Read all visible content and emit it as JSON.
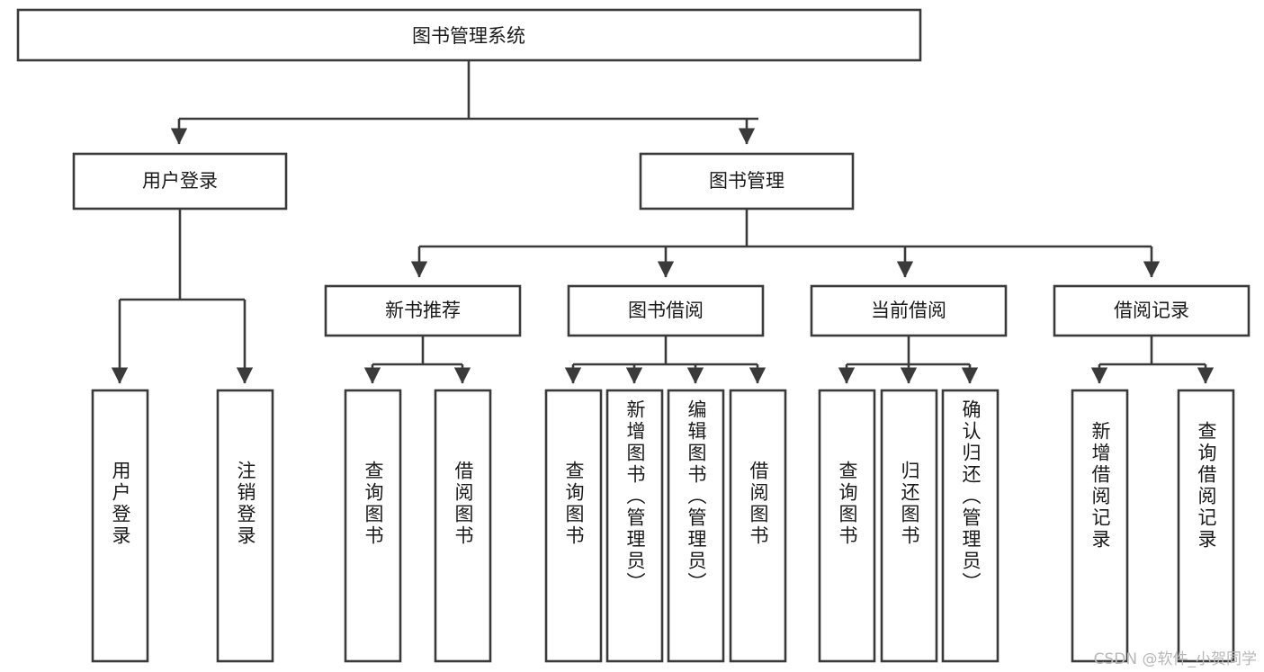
{
  "diagram": {
    "type": "tree-hierarchy-chart",
    "title": "图书管理系统",
    "watermark": "CSDN @软件_小贺同学",
    "colors": {
      "box_stroke": "#3a3a3a",
      "box_fill": "#ffffff",
      "text": "#1a1a1a",
      "background": "#ffffff",
      "watermark": "#b8b8b8"
    },
    "nodes": {
      "root": {
        "label": "图书管理系统",
        "level": 1,
        "orientation": "horizontal"
      },
      "level2": [
        {
          "id": "user-login",
          "label": "用户登录",
          "orientation": "horizontal"
        },
        {
          "id": "book-management",
          "label": "图书管理",
          "orientation": "horizontal"
        }
      ],
      "level3": [
        {
          "id": "new-book-recommend",
          "label": "新书推荐",
          "orientation": "horizontal"
        },
        {
          "id": "book-borrow",
          "label": "图书借阅",
          "orientation": "horizontal"
        },
        {
          "id": "current-borrow",
          "label": "当前借阅",
          "orientation": "horizontal"
        },
        {
          "id": "borrow-record",
          "label": "借阅记录",
          "orientation": "horizontal"
        }
      ],
      "leaves": [
        {
          "id": "leaf-user-login",
          "label": "用户登录",
          "parent": "user-login",
          "orientation": "vertical"
        },
        {
          "id": "leaf-logout",
          "label": "注销登录",
          "parent": "user-login",
          "orientation": "vertical"
        },
        {
          "id": "leaf-query-book-1",
          "label": "查询图书",
          "parent": "new-book-recommend",
          "orientation": "vertical"
        },
        {
          "id": "leaf-borrow-book-1",
          "label": "借阅图书",
          "parent": "new-book-recommend",
          "orientation": "vertical"
        },
        {
          "id": "leaf-query-book-2",
          "label": "查询图书",
          "parent": "book-borrow",
          "orientation": "vertical"
        },
        {
          "id": "leaf-add-book",
          "label": "新增图书（管理员）",
          "parent": "book-borrow",
          "orientation": "vertical"
        },
        {
          "id": "leaf-edit-book",
          "label": "编辑图书（管理员）",
          "parent": "book-borrow",
          "orientation": "vertical"
        },
        {
          "id": "leaf-borrow-book-2",
          "label": "借阅图书",
          "parent": "book-borrow",
          "orientation": "vertical"
        },
        {
          "id": "leaf-query-book-3",
          "label": "查询图书",
          "parent": "current-borrow",
          "orientation": "vertical"
        },
        {
          "id": "leaf-return-book",
          "label": "归还图书",
          "parent": "current-borrow",
          "orientation": "vertical"
        },
        {
          "id": "leaf-confirm-return",
          "label": "确认归还（管理员）",
          "parent": "current-borrow",
          "orientation": "vertical"
        },
        {
          "id": "leaf-add-record",
          "label": "新增借阅记录",
          "parent": "borrow-record",
          "orientation": "vertical"
        },
        {
          "id": "leaf-query-record",
          "label": "查询借阅记录",
          "parent": "borrow-record",
          "orientation": "vertical"
        }
      ]
    }
  }
}
